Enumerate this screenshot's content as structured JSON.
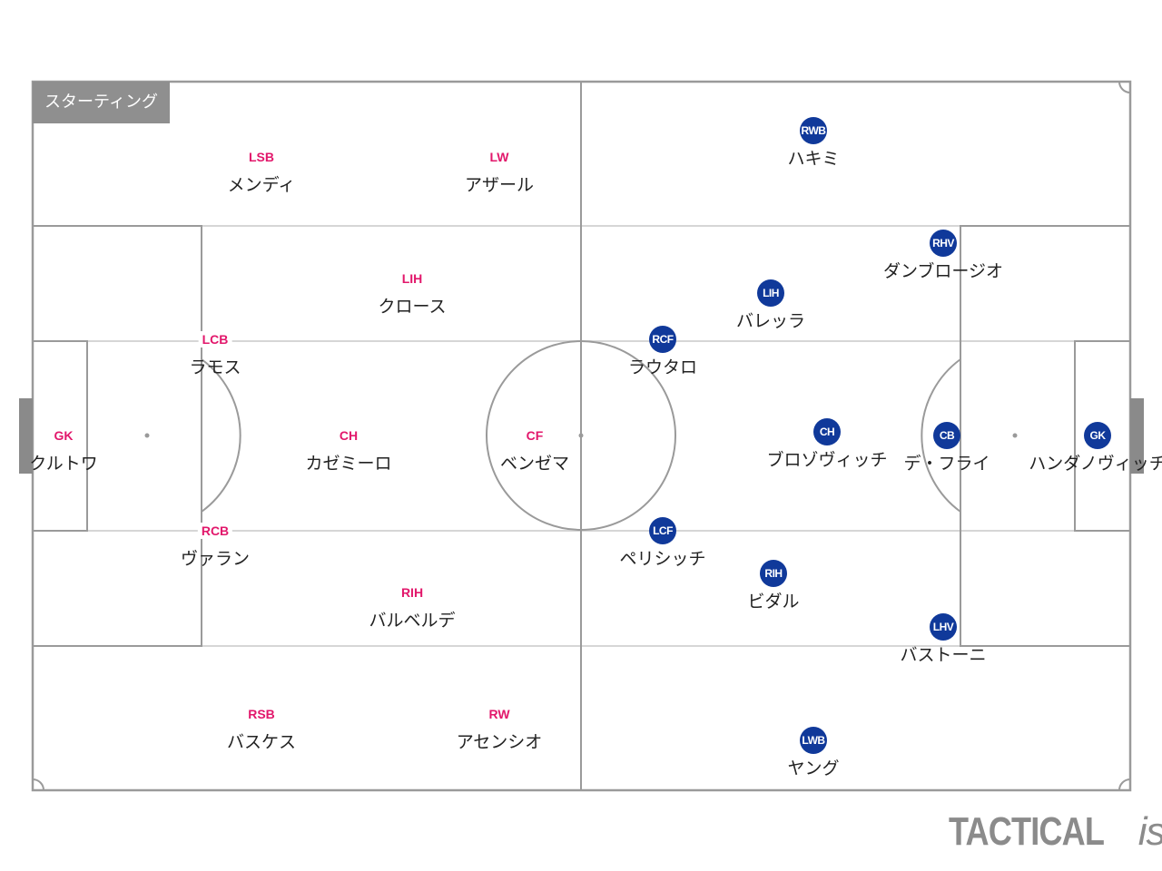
{
  "tab": {
    "label": "スターティング"
  },
  "logo": {
    "bold": "TACTICAL",
    "italic": "ista"
  },
  "colors": {
    "home": "#e2176b",
    "away": "#10399a",
    "lines": "#9a9a9a",
    "zone_lines": "#d6d6d6"
  },
  "home": [
    {
      "pos": "GK",
      "name": "クルトワ"
    },
    {
      "pos": "LCB",
      "name": "ラモス"
    },
    {
      "pos": "RCB",
      "name": "ヴァラン"
    },
    {
      "pos": "LSB",
      "name": "メンディ"
    },
    {
      "pos": "RSB",
      "name": "バスケス"
    },
    {
      "pos": "CH",
      "name": "カゼミーロ"
    },
    {
      "pos": "LIH",
      "name": "クロース"
    },
    {
      "pos": "RIH",
      "name": "バルベルデ"
    },
    {
      "pos": "LW",
      "name": "アザール"
    },
    {
      "pos": "RW",
      "name": "アセンシオ"
    },
    {
      "pos": "CF",
      "name": "ベンゼマ"
    }
  ],
  "away": [
    {
      "pos": "GK",
      "name": "ハンダノヴィッチ"
    },
    {
      "pos": "CB",
      "name": "デ・フライ"
    },
    {
      "pos": "RHV",
      "name": "ダンブロージオ"
    },
    {
      "pos": "LHV",
      "name": "バストーニ"
    },
    {
      "pos": "RWB",
      "name": "ハキミ"
    },
    {
      "pos": "LWB",
      "name": "ヤング"
    },
    {
      "pos": "CH",
      "name": "ブロゾヴィッチ"
    },
    {
      "pos": "LIH",
      "name": "バレッラ"
    },
    {
      "pos": "RIH",
      "name": "ビダル"
    },
    {
      "pos": "RCF",
      "name": "ラウタロ"
    },
    {
      "pos": "LCF",
      "name": "ペリシッチ"
    }
  ]
}
